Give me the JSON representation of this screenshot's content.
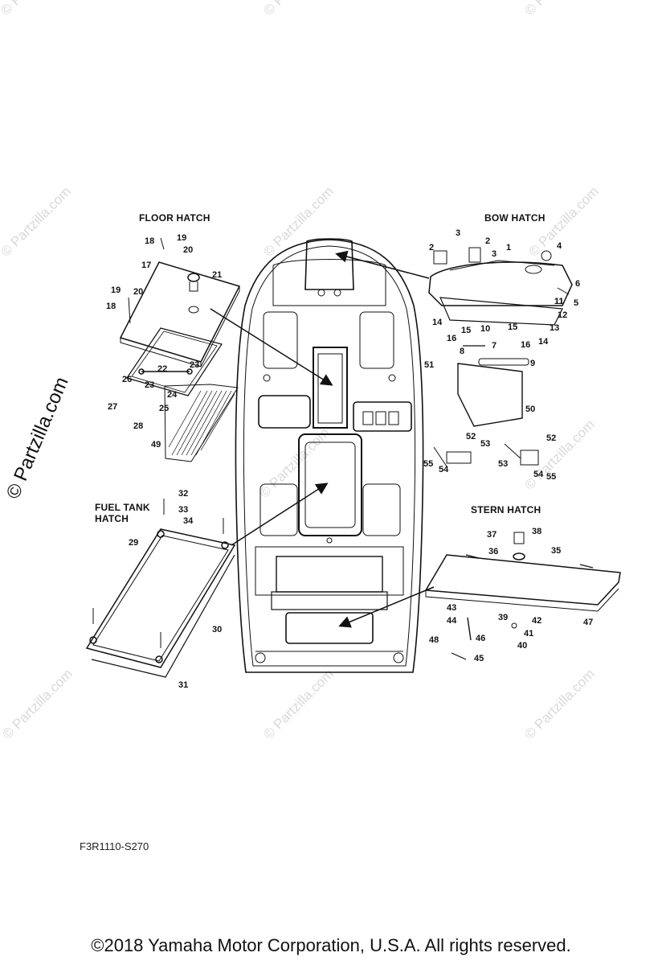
{
  "sections": {
    "floor_hatch": "FLOOR HATCH",
    "bow_hatch": "BOW HATCH",
    "fuel_tank_hatch_line1": "FUEL TANK",
    "fuel_tank_hatch_line2": "HATCH",
    "stern_hatch": "STERN HATCH"
  },
  "watermark": "© Partzilla.com",
  "part_numbers": [
    "1",
    "2",
    "3",
    "4",
    "5",
    "6",
    "7",
    "8",
    "9",
    "10",
    "11",
    "12",
    "13",
    "14",
    "15",
    "16",
    "17",
    "18",
    "19",
    "20",
    "21",
    "22",
    "23",
    "24",
    "25",
    "26",
    "27",
    "28",
    "29",
    "30",
    "31",
    "32",
    "33",
    "34",
    "35",
    "36",
    "37",
    "38",
    "39",
    "40",
    "41",
    "42",
    "43",
    "44",
    "45",
    "46",
    "47",
    "48",
    "49",
    "50",
    "51",
    "52",
    "53",
    "54",
    "55"
  ],
  "drawing_code": "F3R1110-S270",
  "copyright": "©2018  Yamaha Motor Corporation, U.S.A. All rights reserved.",
  "colors": {
    "line": "#111111",
    "watermark": "#d9d9d9",
    "background": "#ffffff"
  }
}
